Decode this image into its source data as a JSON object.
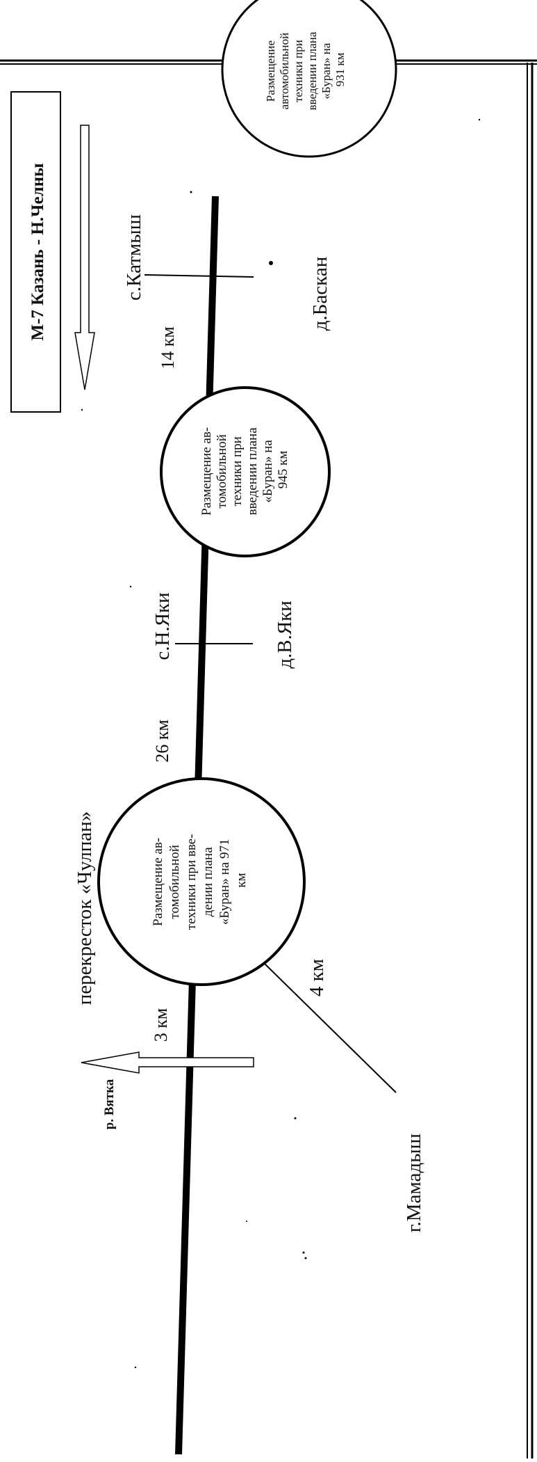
{
  "route": {
    "title": "М-7 Казань - Н.Челны"
  },
  "junction": "перекресток «Чулпан»",
  "settlements": {
    "katmysh": "с.Катмыш",
    "baskan": "д.Баскан",
    "n_yaki": "с.Н.Яки",
    "v_yaki": "д.В.Яки",
    "mamadysh": "г.Мамадыш"
  },
  "river": "р. Вятка",
  "distances": {
    "d14": "14 км",
    "d26": "26 км",
    "d3": "3 км",
    "d4": "4 км"
  },
  "zones": {
    "km931": {
      "lines": [
        "Размещение",
        "автомобильной",
        "техники при",
        "введении плана",
        "«Буран» на",
        "931 км"
      ]
    },
    "km945": {
      "lines": [
        "Размещение ав-",
        "томобильной",
        "техники при",
        "введении плана",
        "«Буран» на",
        "945 км"
      ]
    },
    "km971": {
      "lines": [
        "Размещение ав-",
        "томобильной",
        "техники при вве-",
        "дении плана",
        "«Буран» на 971",
        "км"
      ]
    }
  }
}
